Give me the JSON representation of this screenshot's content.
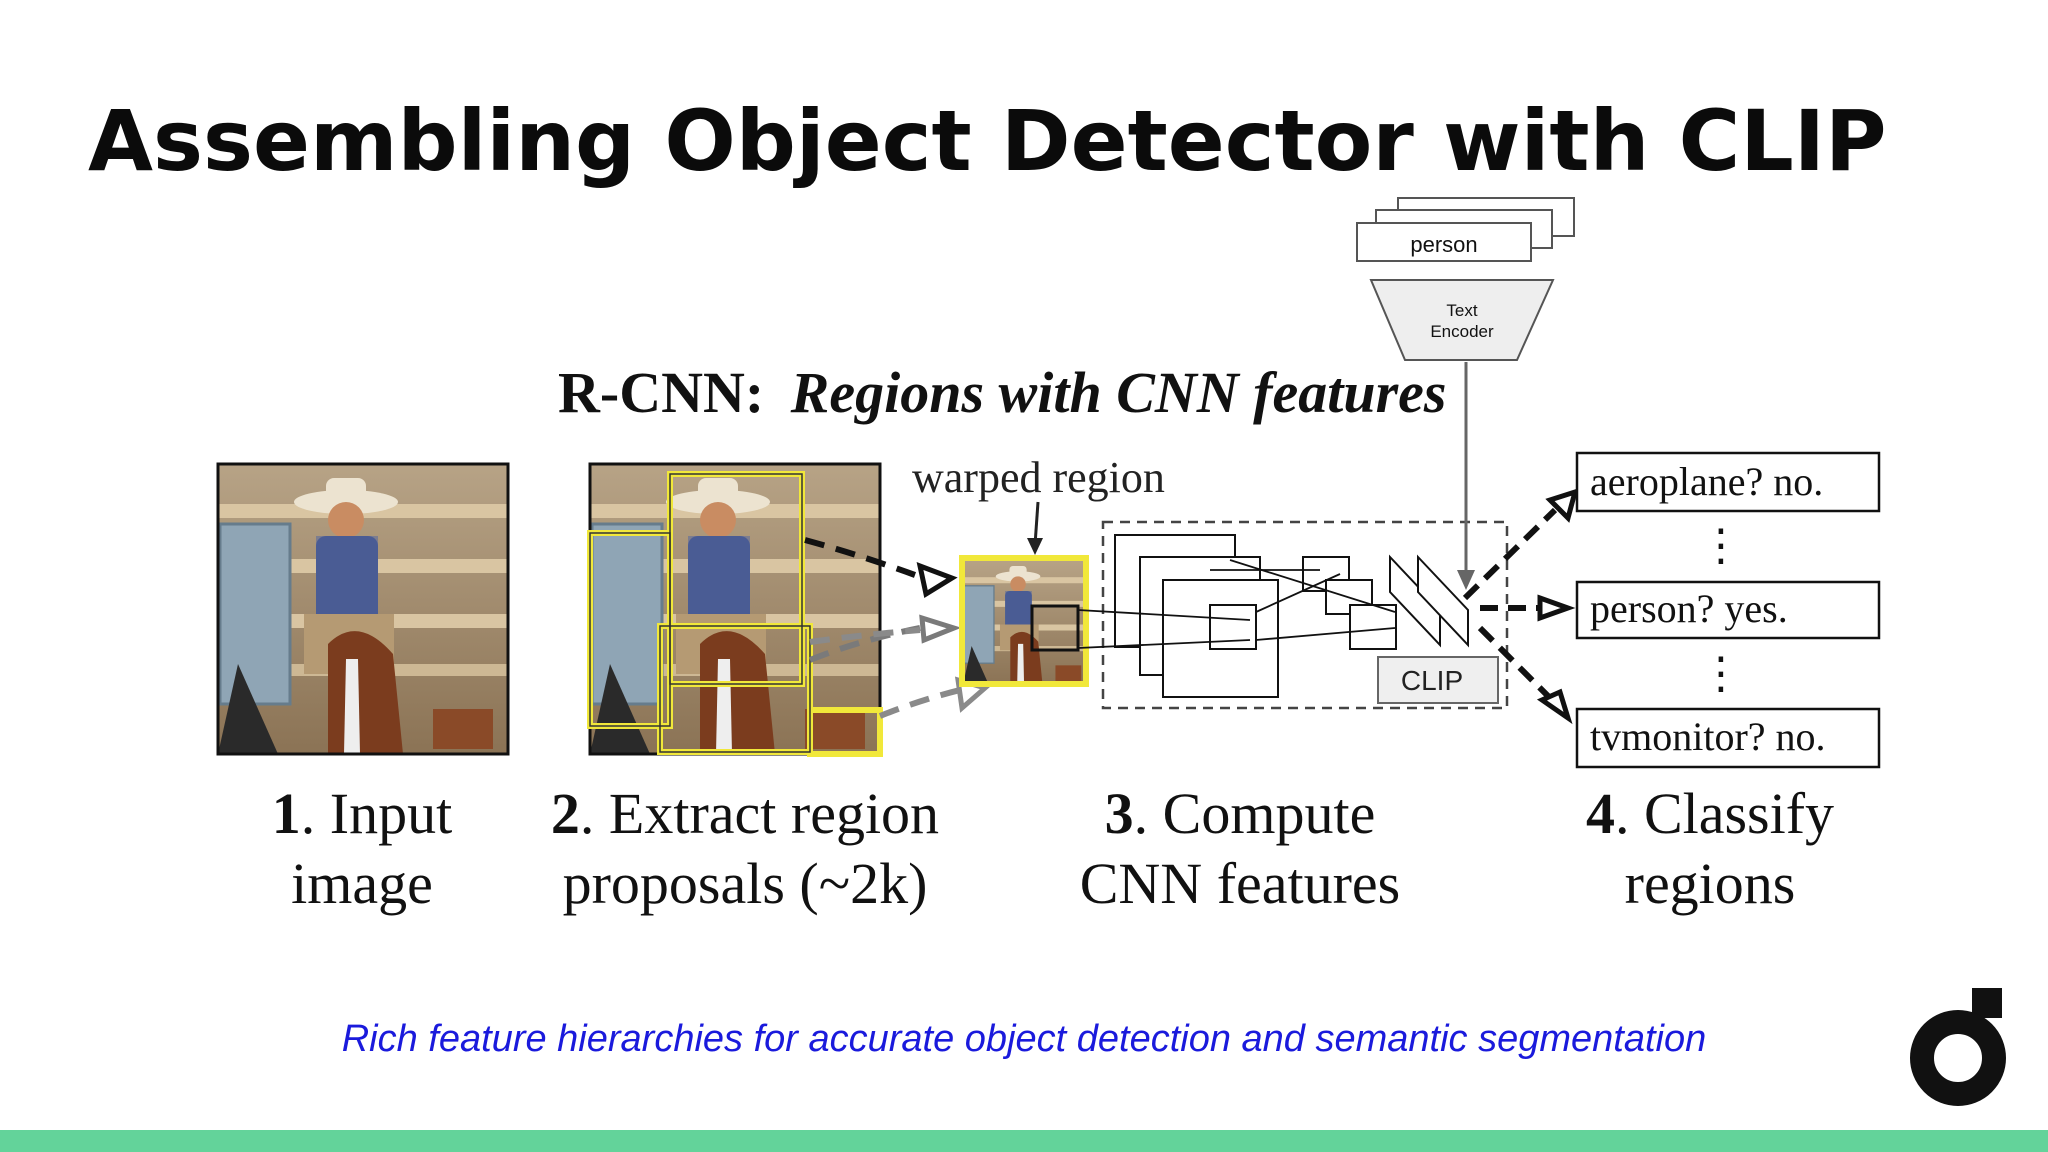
{
  "slide": {
    "title": "Assembling Object Detector with CLIP",
    "citation": "Rich feature hierarchies for accurate object detection and semantic segmentation"
  },
  "diagram": {
    "heading_prefix": "R-CNN:",
    "heading_italic": "Regions with CNN features",
    "warped_label": "warped region",
    "text_stack_label": "person",
    "text_encoder_line1": "Text",
    "text_encoder_line2": "Encoder",
    "clip_label": "CLIP",
    "classifications": [
      {
        "label": "aeroplane? no."
      },
      {
        "label": "person? yes."
      },
      {
        "label": "tvmonitor? no."
      }
    ],
    "vertical_dots": "⋮",
    "steps": [
      {
        "num": "1",
        "line1": ". Input",
        "line2": "image"
      },
      {
        "num": "2",
        "line1": ". Extract region",
        "line2": "proposals (~2k)"
      },
      {
        "num": "3",
        "line1": ". Compute",
        "line2": "CNN features"
      },
      {
        "num": "4",
        "line1": ". Classify",
        "line2": "regions"
      }
    ]
  },
  "colors": {
    "accent_bar": "#63d39a",
    "proposal_box": "#f1e83a",
    "citation": "#1a1adc",
    "title": "#0b0b0b"
  },
  "icons": {
    "brand_logo": "brand-logo-icon"
  }
}
